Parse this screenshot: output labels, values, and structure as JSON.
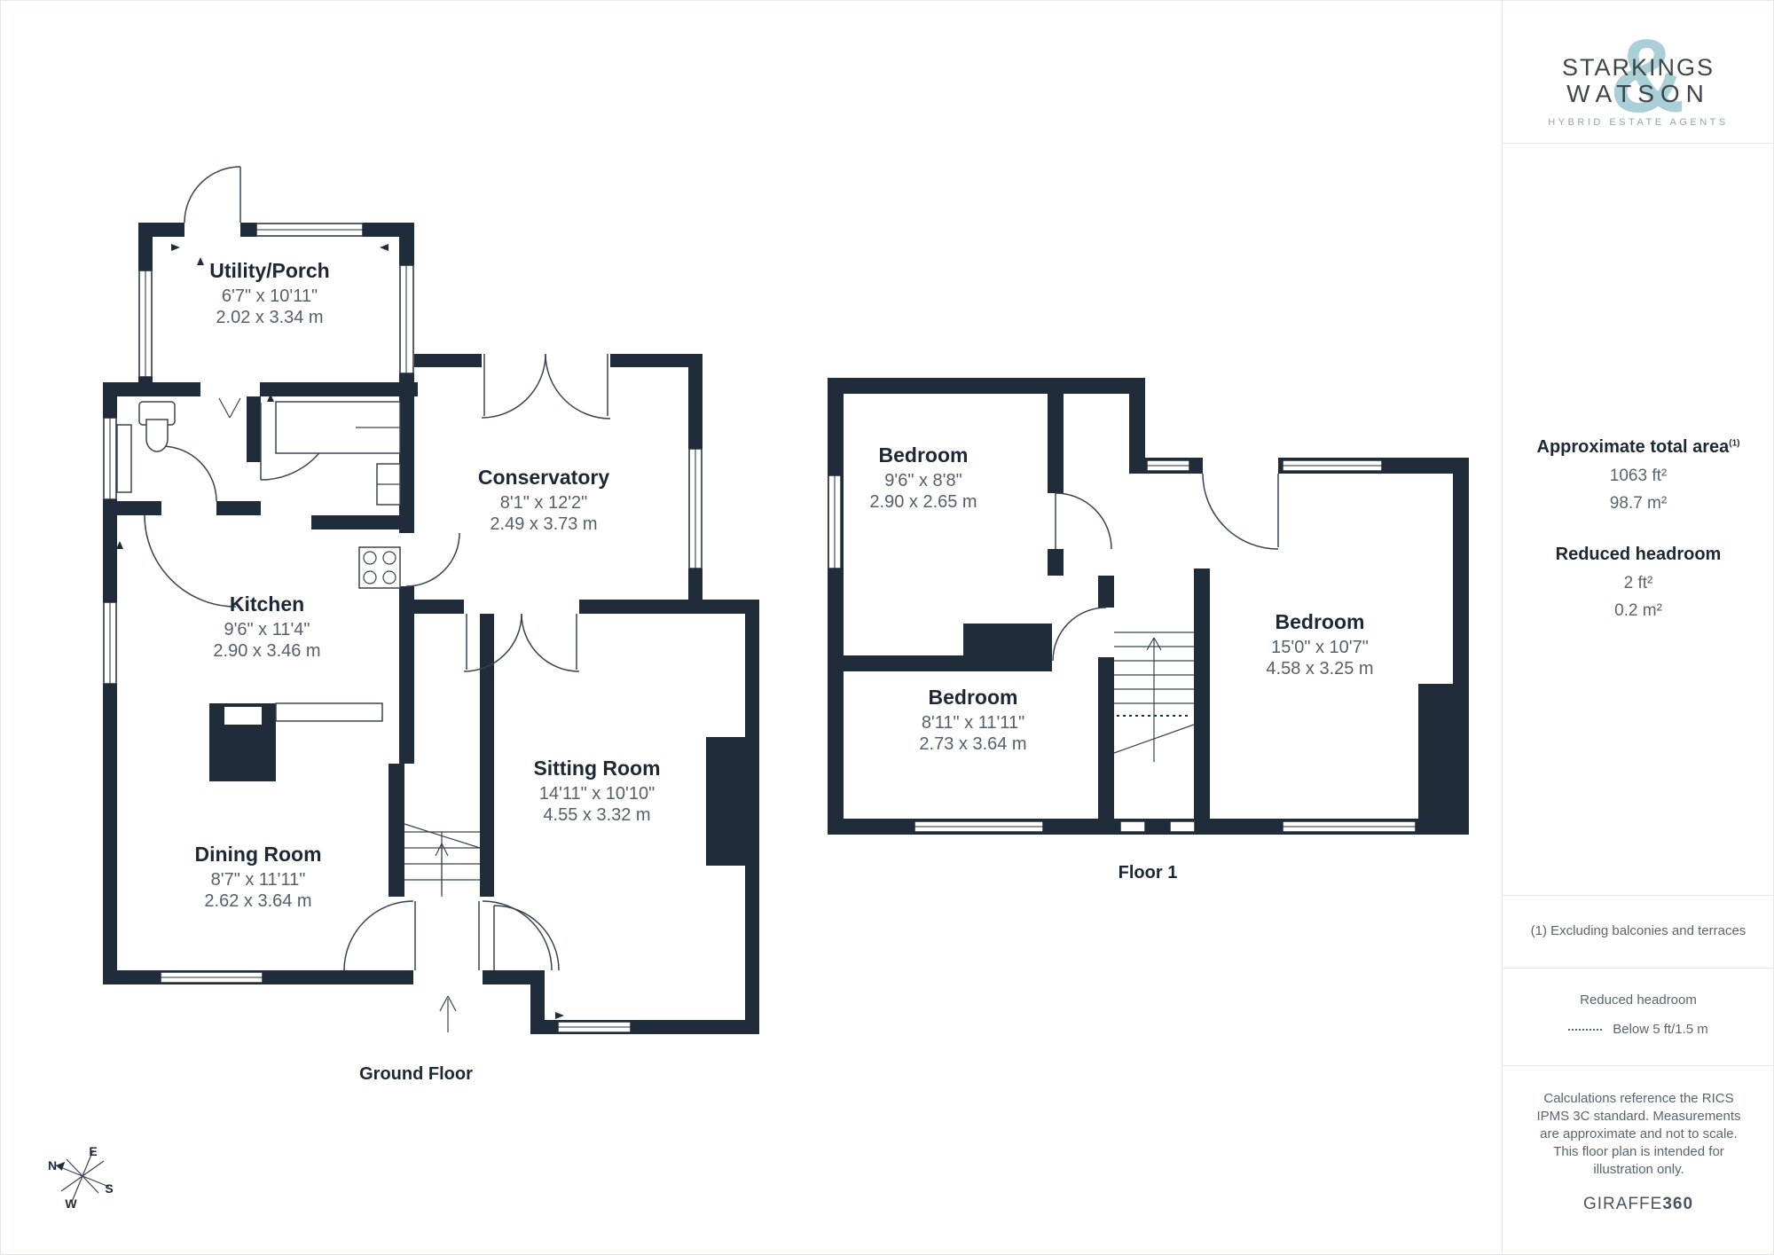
{
  "branding": {
    "logo_line1": "STARKINGS",
    "logo_line2": "WATSON",
    "ampersand": "&",
    "tagline": "HYBRID ESTATE AGENTS"
  },
  "sidebar": {
    "total_area_heading": "Approximate total area",
    "total_area_footnote_marker": "(1)",
    "total_area_ft": "1063 ft²",
    "total_area_m": "98.7 m²",
    "reduced_headroom_heading": "Reduced headroom",
    "reduced_headroom_ft": "2 ft²",
    "reduced_headroom_m": "0.2 m²",
    "footnote": "(1) Excluding balconies and terraces",
    "legend_title": "Reduced headroom",
    "legend_value": "Below 5 ft/1.5 m",
    "disclaimer": "Calculations reference the RICS IPMS 3C standard. Measurements are approximate and not to scale. This floor plan is intended for illustration only.",
    "brand_name": "GIRAFFE",
    "brand_number": "360"
  },
  "floors": [
    {
      "name": "Ground Floor",
      "rooms": [
        {
          "name": "Utility/Porch",
          "imperial": "6'7\" x 10'11\"",
          "metric": "2.02 x 3.34 m"
        },
        {
          "name": "Conservatory",
          "imperial": "8'1\" x 12'2\"",
          "metric": "2.49 x 3.73 m"
        },
        {
          "name": "Kitchen",
          "imperial": "9'6\" x 11'4\"",
          "metric": "2.90 x 3.46 m"
        },
        {
          "name": "Dining Room",
          "imperial": "8'7\" x 11'11\"",
          "metric": "2.62 x 3.64 m"
        },
        {
          "name": "Sitting Room",
          "imperial": "14'11\" x 10'10\"",
          "metric": "4.55 x 3.32 m"
        }
      ]
    },
    {
      "name": "Floor 1",
      "rooms": [
        {
          "name": "Bedroom",
          "imperial": "9'6\" x 8'8\"",
          "metric": "2.90 x 2.65 m"
        },
        {
          "name": "Bedroom",
          "imperial": "8'11\" x 11'11\"",
          "metric": "2.73 x 3.64 m"
        },
        {
          "name": "Bedroom",
          "imperial": "15'0\" x 10'7\"",
          "metric": "4.58 x 3.25 m"
        }
      ]
    }
  ],
  "compass": {
    "n": "N",
    "e": "E",
    "s": "S",
    "w": "W"
  },
  "colors": {
    "wall": "#212c3b",
    "accent": "#aacfd6",
    "dim_text": "#555f6b",
    "label_text": "#1d2836"
  }
}
